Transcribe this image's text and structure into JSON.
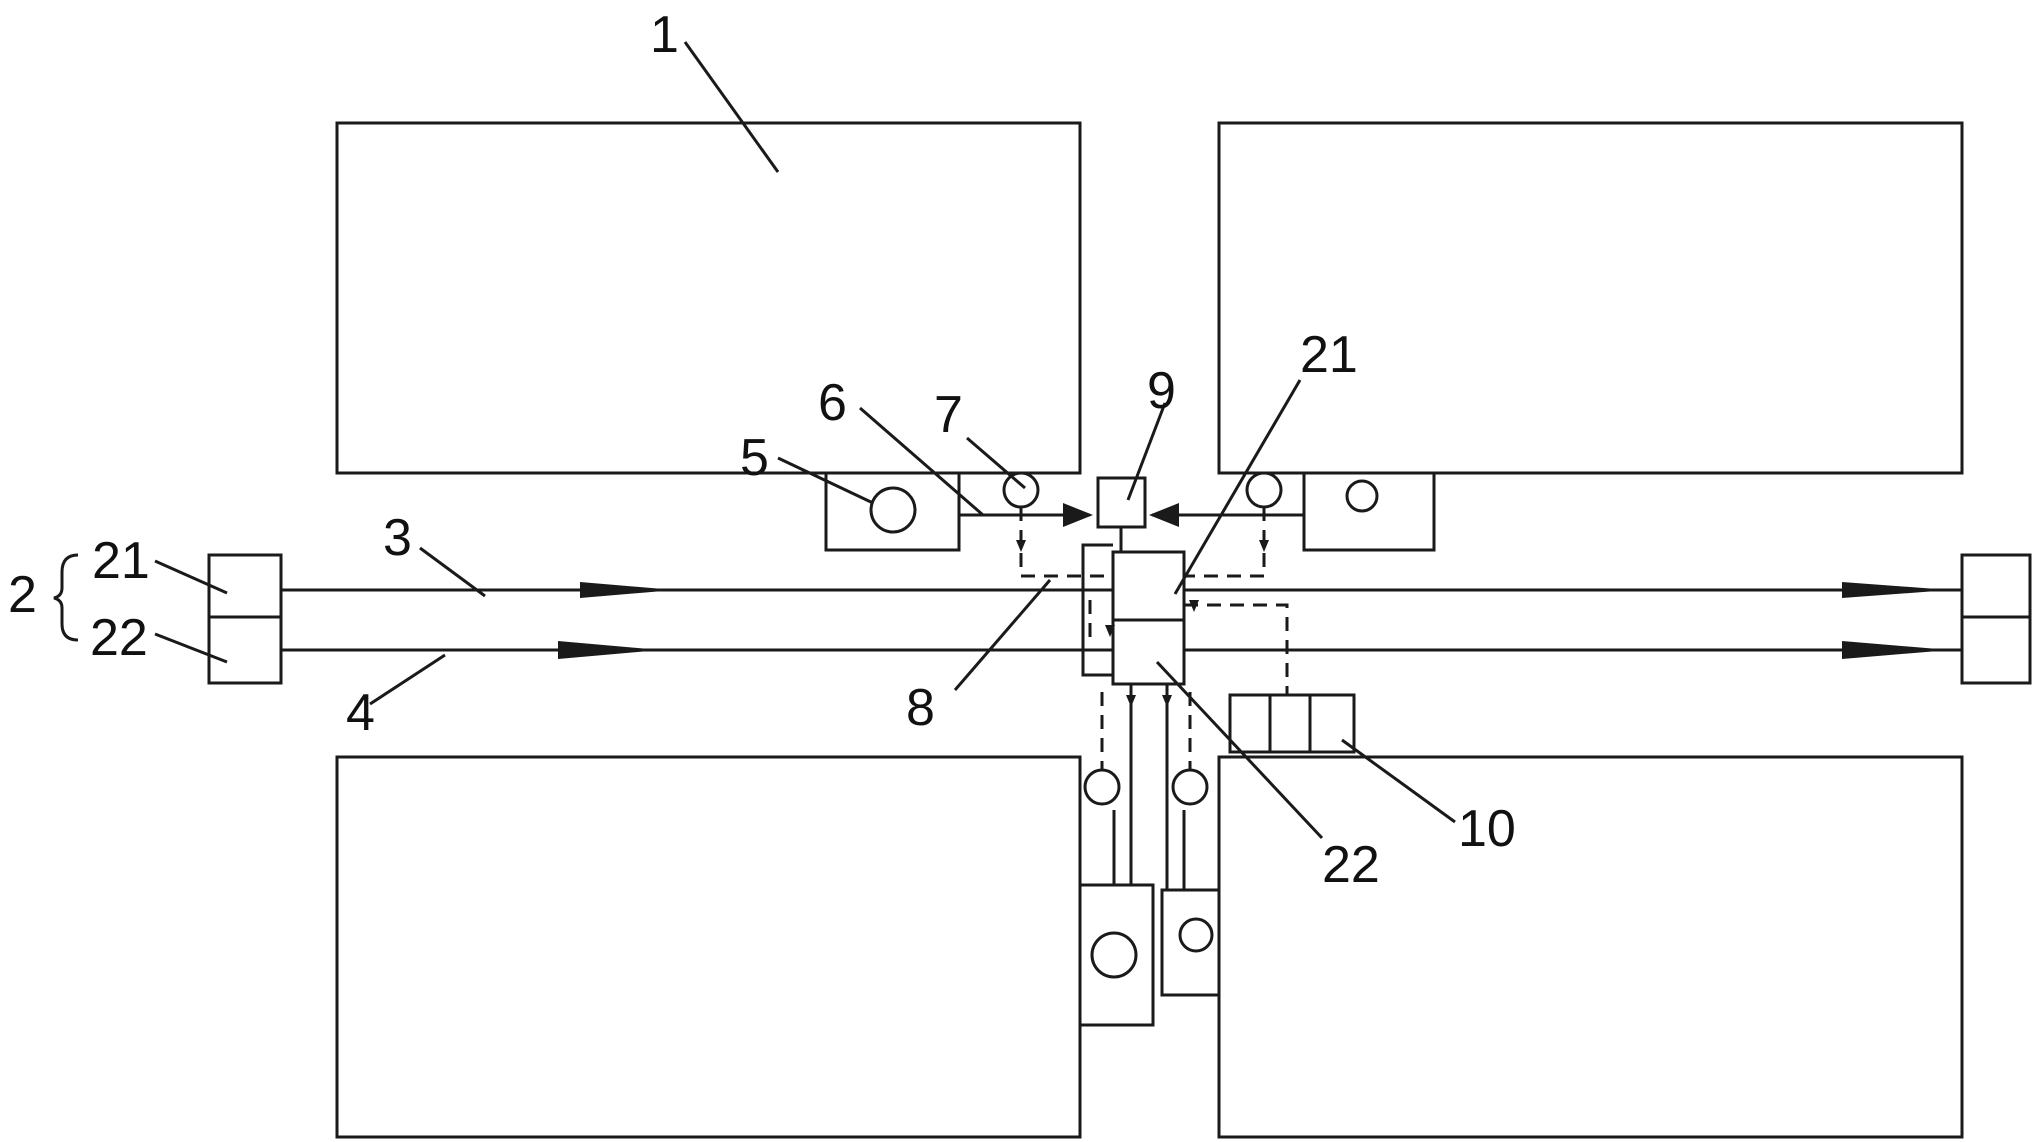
{
  "labels": {
    "l1": "1",
    "l2": "2",
    "l3": "3",
    "l4": "4",
    "l5": "5",
    "l6": "6",
    "l7": "7",
    "l8": "8",
    "l9": "9",
    "l10": "10",
    "l21_left": "21",
    "l22_left": "22",
    "l21_center": "21",
    "l22_center": "22"
  },
  "colors": {
    "stroke": "#1a1a1a",
    "background": "#ffffff"
  }
}
